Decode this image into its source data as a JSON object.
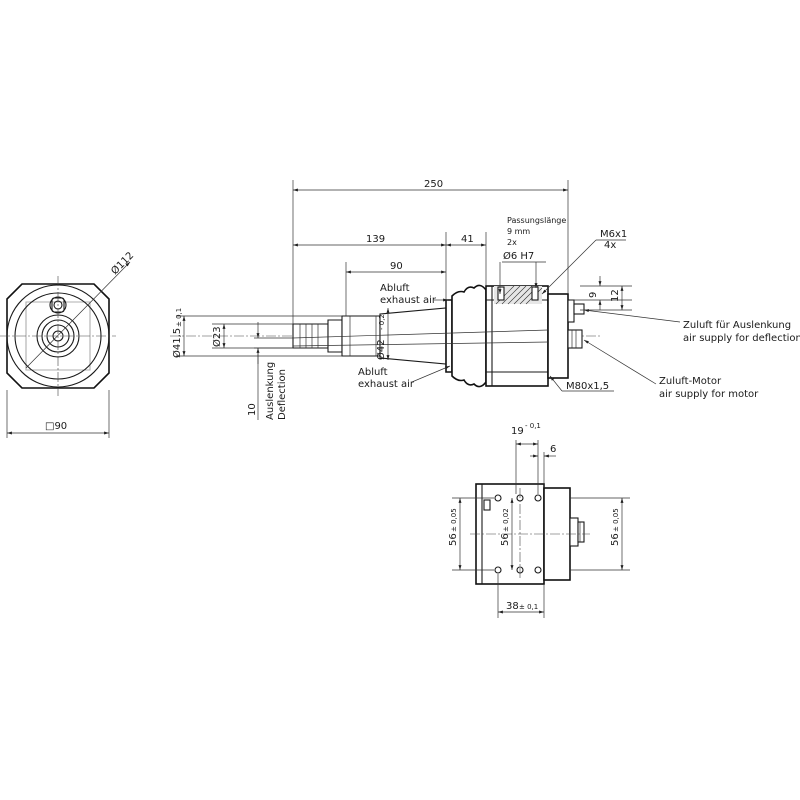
{
  "dimensions": {
    "total_length": "250",
    "length_139": "139",
    "length_41": "41",
    "length_90": "90",
    "dia_112": "Ø112",
    "square_90": "□90",
    "dia_41_5": "Ø41,5",
    "tol_41_5": "± 0,1",
    "dia_23": "Ø23",
    "dia_42": "Ø42",
    "tol_42": "- 0,2",
    "offset_10": "10",
    "dim_9": "9",
    "dim_12": "12",
    "dim_19": "19",
    "tol_19": "- 0,1",
    "dim_6": "6",
    "dim_56_left": "56",
    "tol_56_left": "± 0,05",
    "dim_56_mid": "56",
    "tol_56_mid": "± 0,02",
    "dim_56_right": "56",
    "tol_56_right": "± 0,05",
    "dim_38": "38",
    "tol_38": "± 0,1"
  },
  "labels": {
    "passungslaenge_title": "Passungslänge",
    "passungslaenge_value": "9 mm",
    "passungslaenge_count": "2x",
    "fit_bore": "Ø6 H7",
    "thread_m6": "M6x1",
    "thread_m6_count": "4x",
    "thread_m80": "M80x1,5",
    "abluft_top_de": "Abluft",
    "abluft_top_en": "exhaust air",
    "abluft_bottom_de": "Abluft",
    "abluft_bottom_en": "exhaust air",
    "auslenkung_de": "Auslenkung",
    "auslenkung_en": "Deflection",
    "zuluft_deflection_de": "Zuluft für Auslenkung",
    "zuluft_deflection_en": "air supply for deflection",
    "zuluft_motor_de": "Zuluft-Motor",
    "zuluft_motor_en": "air supply for motor"
  }
}
